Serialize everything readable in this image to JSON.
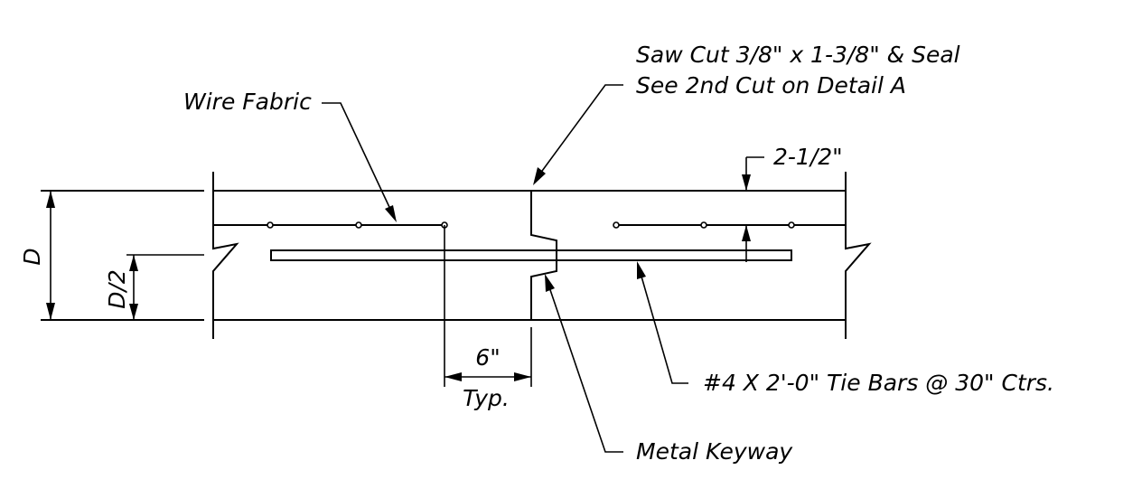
{
  "drawing": {
    "labels": {
      "saw_cut_line1": "Saw Cut 3/8\" x 1-3/8\" & Seal",
      "saw_cut_line2": "See 2nd Cut on Detail A",
      "wire_fabric": "Wire Fabric",
      "cover": "2-1/2\"",
      "depth": "D",
      "half_depth": "D/2",
      "spacing": "6\"",
      "typ": "Typ.",
      "tie_bars": "#4 X 2'-0\" Tie Bars @ 30\" Ctrs.",
      "keyway": "Metal Keyway"
    }
  }
}
